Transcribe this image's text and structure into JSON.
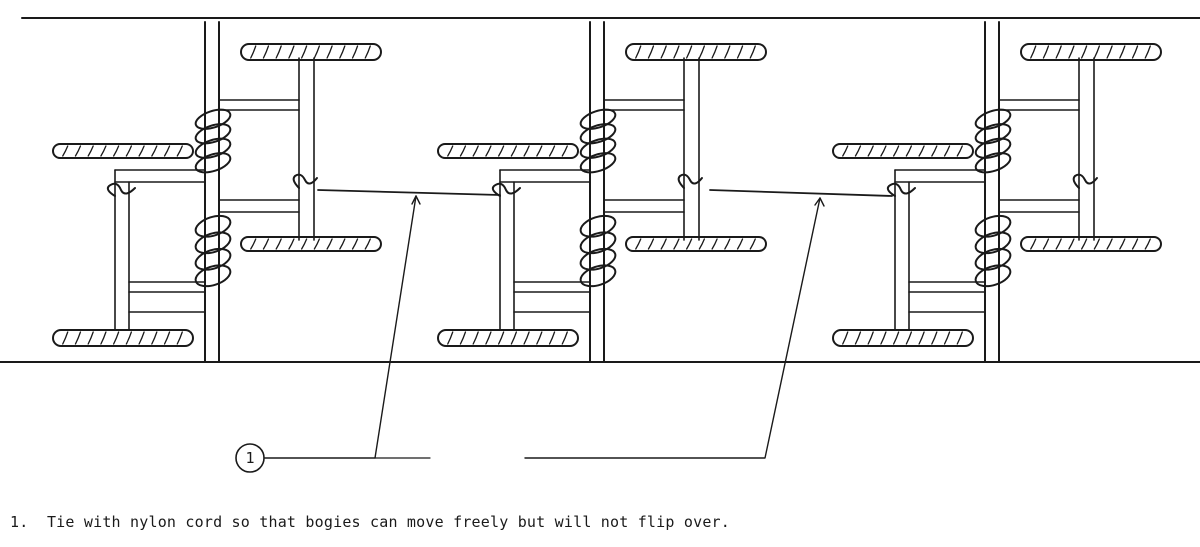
{
  "callout": {
    "number": "1"
  },
  "notes": [
    {
      "number": "1.",
      "text": "Tie with nylon cord so that bogies can move freely but will not flip over."
    }
  ],
  "colors": {
    "ink": "#1a1a1a",
    "paper": "#ffffff"
  }
}
